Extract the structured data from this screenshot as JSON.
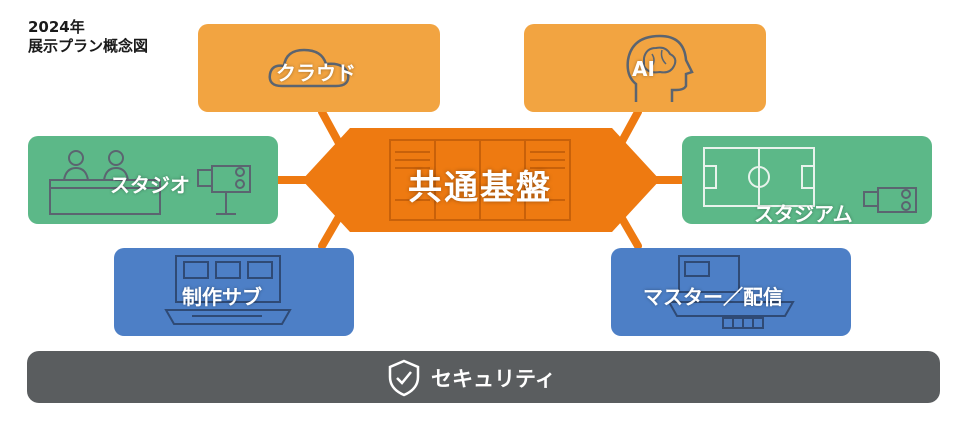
{
  "heading": {
    "year": "2024年",
    "title": "展示プラン概念図"
  },
  "hub": {
    "label": "共通基盤"
  },
  "nodes": {
    "cloud": {
      "label": "クラウド"
    },
    "ai": {
      "label": "AI"
    },
    "studio": {
      "label": "スタジオ"
    },
    "stadium": {
      "label": "スタジアム"
    },
    "production_sub": {
      "label": "制作サブ"
    },
    "master": {
      "label": "マスター／配信"
    }
  },
  "security": {
    "label": "セキュリティ"
  },
  "colors": {
    "hub": "#ee7a11",
    "cloud_ai": "#f2a441",
    "studio_stadium": "#5cb888",
    "sub_master": "#4d7fc6",
    "security": "#5a5d5f",
    "line_art": "#5b6470"
  }
}
